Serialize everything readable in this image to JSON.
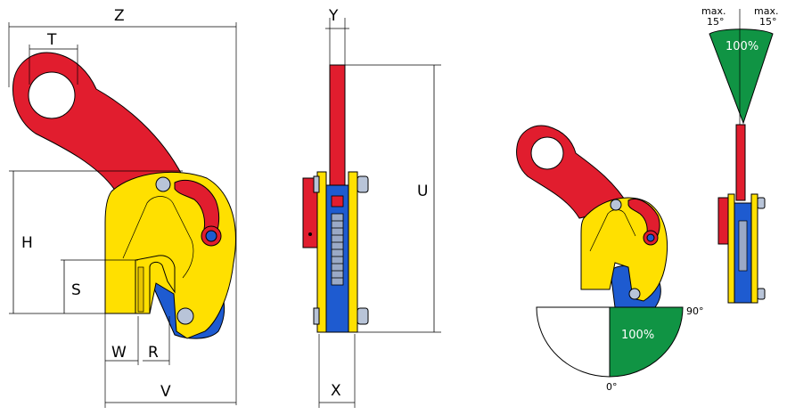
{
  "colors": {
    "red": "#e11d2e",
    "yellow": "#ffe000",
    "blue": "#1e5bd0",
    "green": "#109444",
    "pin": "#b8c4d8"
  },
  "dimensions": {
    "z": "Z",
    "t": "T",
    "h": "H",
    "s": "S",
    "w": "W",
    "r": "R",
    "v": "V",
    "y": "Y",
    "u": "U",
    "x": "X"
  },
  "gauges": {
    "top_left_label": "max.\n15°",
    "top_right_label": "max.\n15°",
    "top_left_line1": "max.",
    "top_left_line2": "15°",
    "top_right_line1": "max.",
    "top_right_line2": "15°",
    "top_percent": "100%",
    "bottom_percent": "100%",
    "angle_90": "90°",
    "angle_0": "0°"
  }
}
